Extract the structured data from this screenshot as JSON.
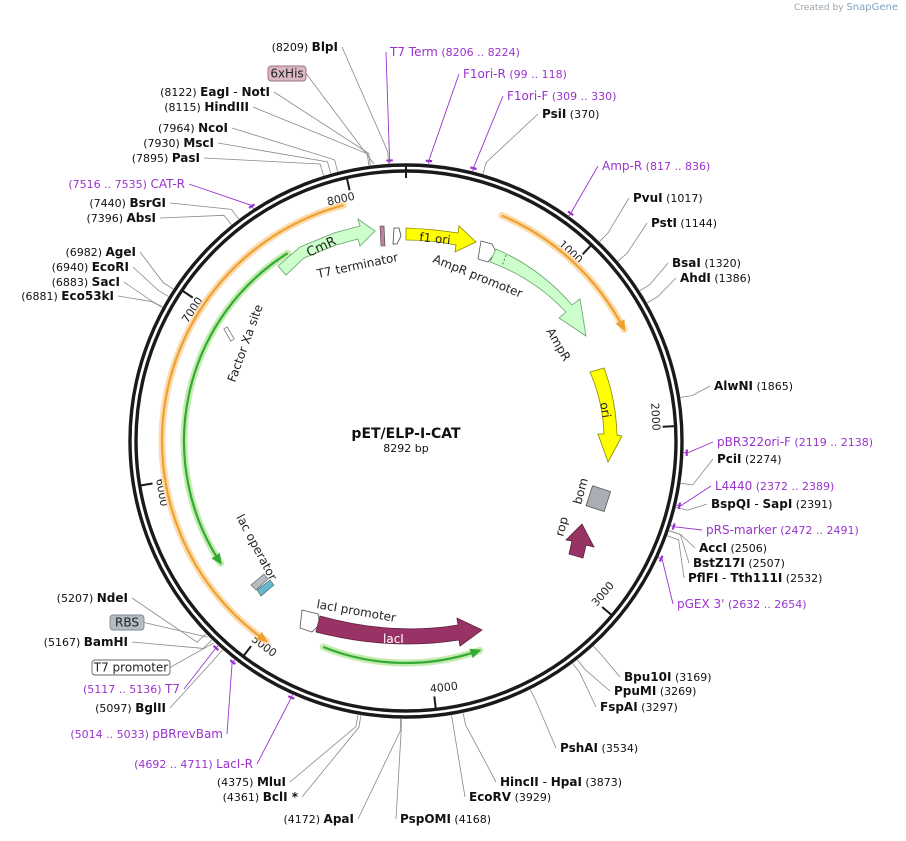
{
  "watermark": {
    "prefix": "Created by",
    "brand": "SnapGene"
  },
  "plasmid": {
    "name": "pET/ELP-I-CAT",
    "size_label": "8292 bp",
    "total_bp": 8292
  },
  "ticks": [
    {
      "label": "1000",
      "bp": 1000
    },
    {
      "label": "2000",
      "bp": 2000
    },
    {
      "label": "3000",
      "bp": 3000
    },
    {
      "label": "4000",
      "bp": 4000
    },
    {
      "label": "5000",
      "bp": 5000
    },
    {
      "label": "6000",
      "bp": 6000
    },
    {
      "label": "7000",
      "bp": 7000
    },
    {
      "label": "8000",
      "bp": 8000
    }
  ],
  "enzymes": [
    {
      "name": "BlpI",
      "pos": "(8209)",
      "bp": 8209,
      "pos_first": true
    },
    {
      "name": "EagI",
      "name2": "NotI",
      "pos": "(8122)",
      "bp": 8122,
      "pos_first": true
    },
    {
      "name": "HindIII",
      "pos": "(8115)",
      "bp": 8115,
      "pos_first": true
    },
    {
      "name": "NcoI",
      "pos": "(7964)",
      "bp": 7964,
      "pos_first": true
    },
    {
      "name": "MscI",
      "pos": "(7930)",
      "bp": 7930,
      "pos_first": true
    },
    {
      "name": "PasI",
      "pos": "(7895)",
      "bp": 7895,
      "pos_first": true
    },
    {
      "name": "BsrGI",
      "pos": "(7440)",
      "bp": 7440,
      "pos_first": true
    },
    {
      "name": "AbsI",
      "pos": "(7396)",
      "bp": 7396,
      "pos_first": true
    },
    {
      "name": "AgeI",
      "pos": "(6982)",
      "bp": 6982,
      "pos_first": true
    },
    {
      "name": "EcoRI",
      "pos": "(6940)",
      "bp": 6940,
      "pos_first": true
    },
    {
      "name": "SacI",
      "pos": "(6883)",
      "bp": 6883,
      "pos_first": true
    },
    {
      "name": "Eco53kI",
      "pos": "(6881)",
      "bp": 6881,
      "pos_first": true
    },
    {
      "name": "PsiI",
      "pos": "(370)",
      "bp": 370,
      "pos_first": false
    },
    {
      "name": "PvuI",
      "pos": "(1017)",
      "bp": 1017,
      "pos_first": false
    },
    {
      "name": "PstI",
      "pos": "(1144)",
      "bp": 1144,
      "pos_first": false
    },
    {
      "name": "BsaI",
      "pos": "(1320)",
      "bp": 1320,
      "pos_first": false
    },
    {
      "name": "AhdI",
      "pos": "(1386)",
      "bp": 1386,
      "pos_first": false
    },
    {
      "name": "AlwNI",
      "pos": "(1865)",
      "bp": 1865,
      "pos_first": false
    },
    {
      "name": "PciI",
      "pos": "(2274)",
      "bp": 2274,
      "pos_first": false
    },
    {
      "name": "BspQI",
      "name2": "SapI",
      "pos": "(2391)",
      "bp": 2391,
      "pos_first": false
    },
    {
      "name": "AccI",
      "pos": "(2506)",
      "bp": 2506,
      "pos_first": false
    },
    {
      "name": "BstZ17I",
      "pos": "(2507)",
      "bp": 2507,
      "pos_first": false
    },
    {
      "name": "PflFI",
      "name2": "Tth111I",
      "pos": "(2532)",
      "bp": 2532,
      "pos_first": false
    },
    {
      "name": "Bpu10I",
      "pos": "(3169)",
      "bp": 3169,
      "pos_first": false
    },
    {
      "name": "PpuMI",
      "pos": "(3269)",
      "bp": 3269,
      "pos_first": false
    },
    {
      "name": "FspAI",
      "pos": "(3297)",
      "bp": 3297,
      "pos_first": false
    },
    {
      "name": "PshAI",
      "pos": "(3534)",
      "bp": 3534,
      "pos_first": false
    },
    {
      "name": "HincII",
      "name2": "HpaI",
      "pos": "(3873)",
      "bp": 3873,
      "pos_first": false
    },
    {
      "name": "EcoRV",
      "pos": "(3929)",
      "bp": 3929,
      "pos_first": false
    },
    {
      "name": "PspOMI",
      "pos": "(4168)",
      "bp": 4168,
      "pos_first": false
    },
    {
      "name": "ApaI",
      "pos": "(4172)",
      "bp": 4172,
      "pos_first": true
    },
    {
      "name": "BclI *",
      "pos": "(4361)",
      "bp": 4361,
      "pos_first": true
    },
    {
      "name": "MluI",
      "pos": "(4375)",
      "bp": 4375,
      "pos_first": true
    },
    {
      "name": "BglII",
      "pos": "(5097)",
      "bp": 5097,
      "pos_first": true
    },
    {
      "name": "BamHI",
      "pos": "(5167)",
      "bp": 5167,
      "pos_first": true
    },
    {
      "name": "NdeI",
      "pos": "(5207)",
      "bp": 5207,
      "pos_first": true
    }
  ],
  "primers": [
    {
      "name": "T7 Term",
      "range": "(8206 .. 8224)",
      "bp": 8215,
      "dir": "r"
    },
    {
      "name": "F1ori-R",
      "range": "(99 .. 118)",
      "bp": 108,
      "dir": "r"
    },
    {
      "name": "F1ori-F",
      "range": "(309 .. 330)",
      "bp": 320,
      "dir": "f"
    },
    {
      "name": "Amp-R",
      "range": "(817 .. 836)",
      "bp": 826,
      "dir": "r"
    },
    {
      "name": "pBR322ori-F",
      "range": "(2119 .. 2138)",
      "bp": 2128,
      "dir": "f"
    },
    {
      "name": "L4440",
      "range": "(2372 .. 2389)",
      "bp": 2380,
      "dir": "f"
    },
    {
      "name": "pRS-marker",
      "range": "(2472 .. 2491)",
      "bp": 2481,
      "dir": "r"
    },
    {
      "name": "pGEX 3'",
      "range": "(2632 .. 2654)",
      "bp": 2643,
      "dir": "f"
    },
    {
      "name": "LacI-R",
      "range": "(4692 .. 4711)",
      "bp": 4701,
      "dir": "r"
    },
    {
      "name": "pBRrevBam",
      "range": "(5014 .. 5033)",
      "bp": 5023,
      "dir": "r"
    },
    {
      "name": "T7",
      "range": "(5117 .. 5136)",
      "bp": 5126,
      "dir": "f"
    },
    {
      "name": "CAT-R",
      "range": "(7516 .. 7535)",
      "bp": 7525,
      "dir": "r"
    }
  ],
  "boxed_labels": [
    {
      "name": "6xHis",
      "bp": 8140,
      "fill": "#dbb7c3",
      "stroke": "#a07080"
    },
    {
      "name": "RBS",
      "bp": 5190,
      "fill": "#b4bcc4",
      "stroke": "#7f8a94"
    },
    {
      "name": "T7 promoter",
      "bp": 5150,
      "fill": "#ffffff",
      "stroke": "#666666"
    }
  ],
  "features": {
    "f1_ori": {
      "label": "f1 ori",
      "color": "#ffff00"
    },
    "ampr_promoter": {
      "label": "AmpR promoter",
      "color": "#ffffff"
    },
    "ampr": {
      "label": "AmpR",
      "color": "#ccffcc"
    },
    "ori": {
      "label": "ori",
      "color": "#ffff00"
    },
    "bom": {
      "label": "bom",
      "color": "#a8aeb4"
    },
    "rop": {
      "label": "rop",
      "color": "#993366"
    },
    "laci_promoter": {
      "label": "lacI promoter",
      "color": "#ffffff"
    },
    "laci": {
      "label": "lacI",
      "color": "#993366"
    },
    "lac_operator": {
      "label": "lac operator",
      "color": "#66b8d0"
    },
    "factor_xa": {
      "label": "Factor Xa site",
      "color": "#ffffff"
    },
    "cmr": {
      "label": "CmR",
      "color": "#ccffcc"
    },
    "t7_terminator": {
      "label": "T7 terminator",
      "color": "#ffffff"
    }
  },
  "colors": {
    "primer": "#9933cc",
    "orf_orange": "#f0a030",
    "orf_green": "#33aa33",
    "backbone": "#1a1a1a"
  }
}
